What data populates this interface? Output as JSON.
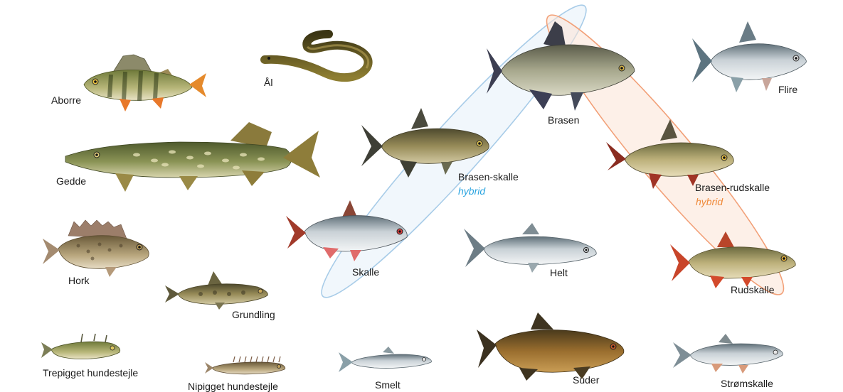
{
  "colors": {
    "blue_group": "#a8cce8",
    "blue_fill": "#e6f1fa",
    "orange_group": "#f2a078",
    "orange_fill": "#fbe3d6",
    "hybrid_blue": "#2aa4e0",
    "hybrid_orange": "#ef8a3a"
  },
  "fish": {
    "aborre": "Aborre",
    "aal": "Ål",
    "brasen": "Brasen",
    "flire": "Flire",
    "gedde": "Gedde",
    "brasen_skalle": "Brasen-skalle",
    "brasen_rudskalle": "Brasen-rudskalle",
    "hork": "Hork",
    "skalle": "Skalle",
    "helt": "Helt",
    "rudskalle": "Rudskalle",
    "grundling": "Grundling",
    "trepigget": "Trepigget hundestejle",
    "nipigget": "Nipigget hundestejle",
    "smelt": "Smelt",
    "suder": "Suder",
    "stromskalle": "Strømskalle"
  },
  "annotations": {
    "hybrid_blue": "hybrid",
    "hybrid_orange": "hybrid"
  }
}
